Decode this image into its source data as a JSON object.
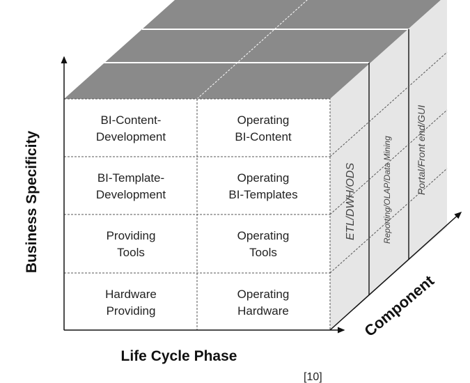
{
  "cells": [
    [
      "BI-Content-",
      "Development",
      "Operating",
      "BI-Content"
    ],
    [
      "BI-Template-",
      "Development",
      "Operating",
      "BI-Templates"
    ],
    [
      "Providing",
      "Tools",
      "Operating",
      "Tools"
    ],
    [
      "Hardware",
      "Providing",
      "Operating",
      "Hardware"
    ]
  ],
  "components": [
    "ETL/DWH/ODS",
    "Reporting/OLAP/Data Mining",
    "Portal/Front end/GUI"
  ],
  "axes": {
    "y": "Business Specificity",
    "x": "Life Cycle Phase",
    "z": "Component"
  },
  "citation": "[10]"
}
